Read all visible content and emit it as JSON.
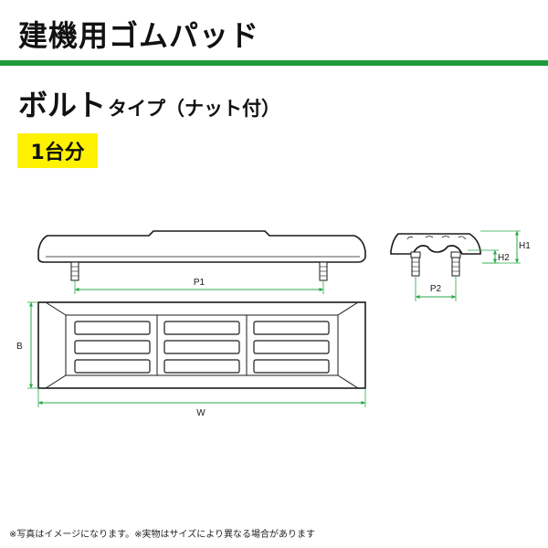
{
  "header": {
    "title": "建機用ゴムパッド",
    "subtitle_main": "ボルト",
    "subtitle_sub": "タイプ（ナット付）",
    "badge": "1台分"
  },
  "colors": {
    "accent_bar": "#1d9a3c",
    "badge_bg": "#fff200",
    "dimension_line": "#2aa84a",
    "outline": "#1a1a1a"
  },
  "diagram": {
    "labels": {
      "p1": "P1",
      "p2": "P2",
      "h1": "H1",
      "h2": "H2",
      "b": "B",
      "w": "W"
    }
  },
  "footer": {
    "note": "※写真はイメージになります。※実物はサイズにより異なる場合があります"
  }
}
